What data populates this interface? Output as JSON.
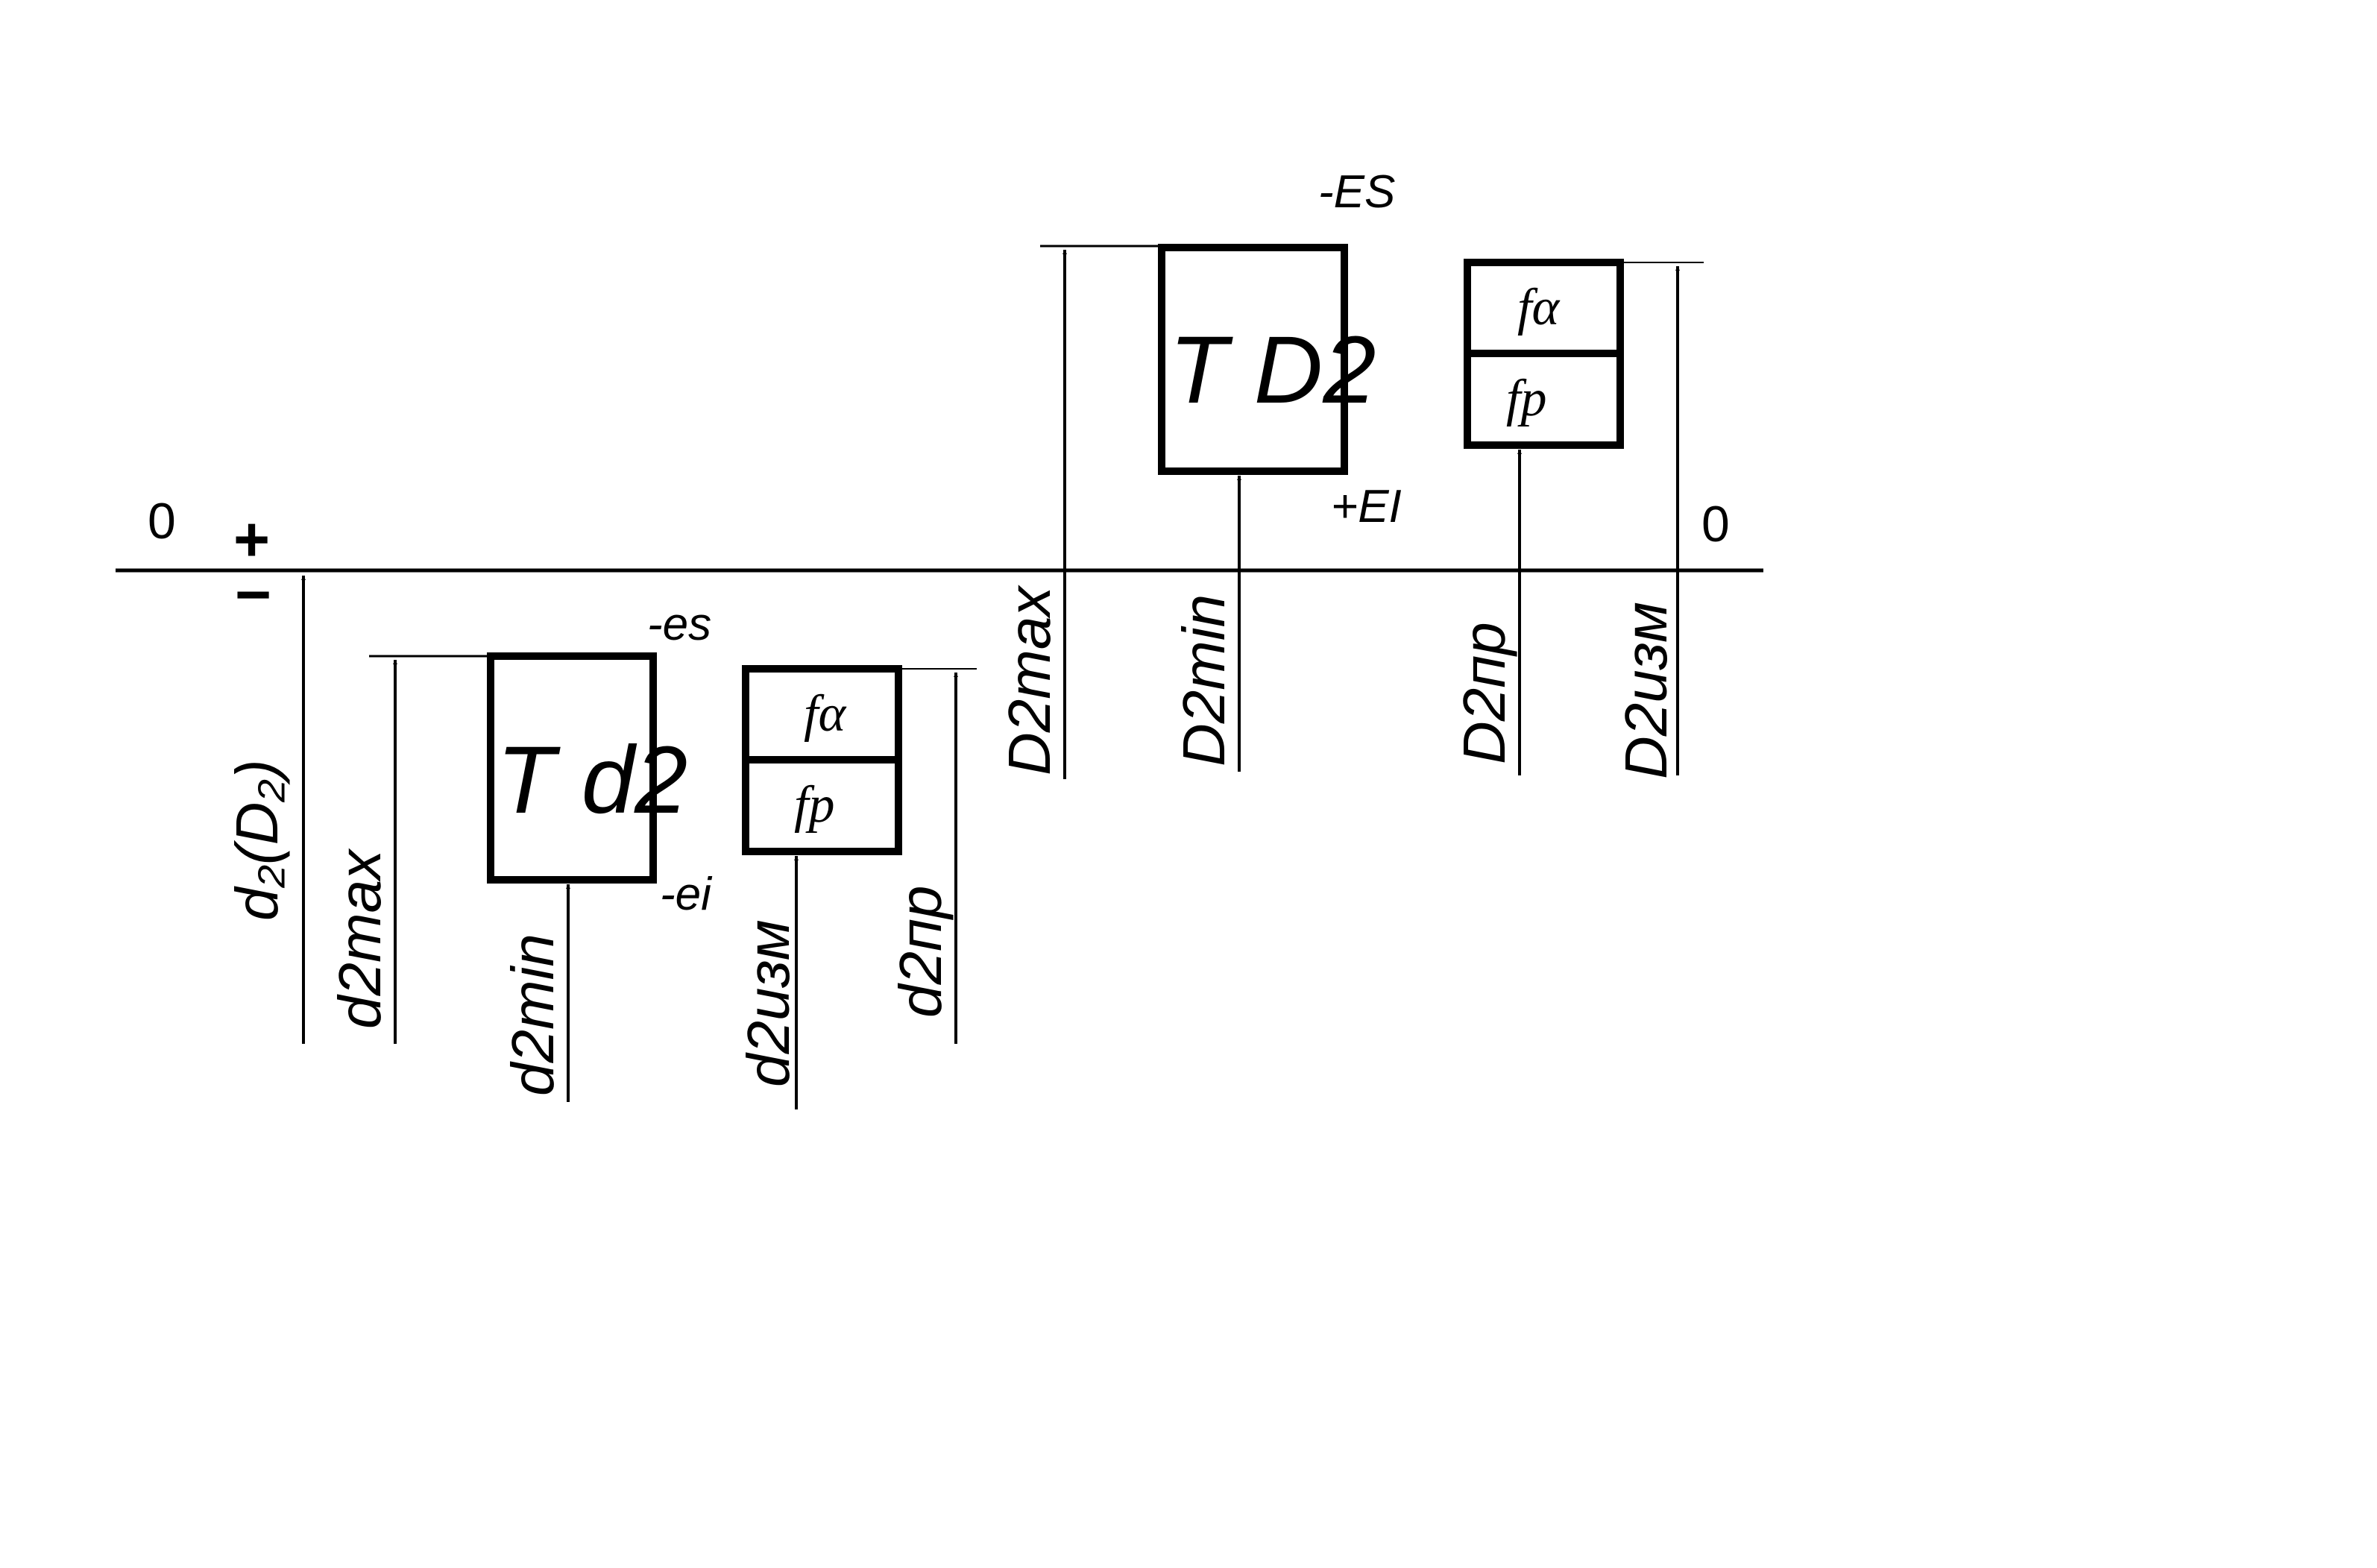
{
  "zero_left": "0",
  "zero_right": "0",
  "plus_sign": "+",
  "minus_sign": "−",
  "bolt": {
    "nominal_label": "d₂(D₂)",
    "dmax_label": "d2max",
    "dmin_label": "d2min",
    "dmeas_label": "d2изм",
    "dpr_label": "d2пр",
    "tolerance_label": "T d2",
    "upper_deviation": "-es",
    "lower_deviation": "-ei",
    "f_alpha": "fα",
    "f_p": "fp"
  },
  "nut": {
    "Dmax_label": "D2max",
    "Dmin_label": "D2min",
    "Dpr_label": "D2пр",
    "Dmeas_label": "D2изм",
    "tolerance_label": "T D2",
    "upper_deviation": "-ES",
    "lower_deviation": "+EI",
    "f_alpha": "fα",
    "f_p": "fp"
  },
  "colors": {
    "ink": "#000000",
    "background": "#ffffff"
  }
}
